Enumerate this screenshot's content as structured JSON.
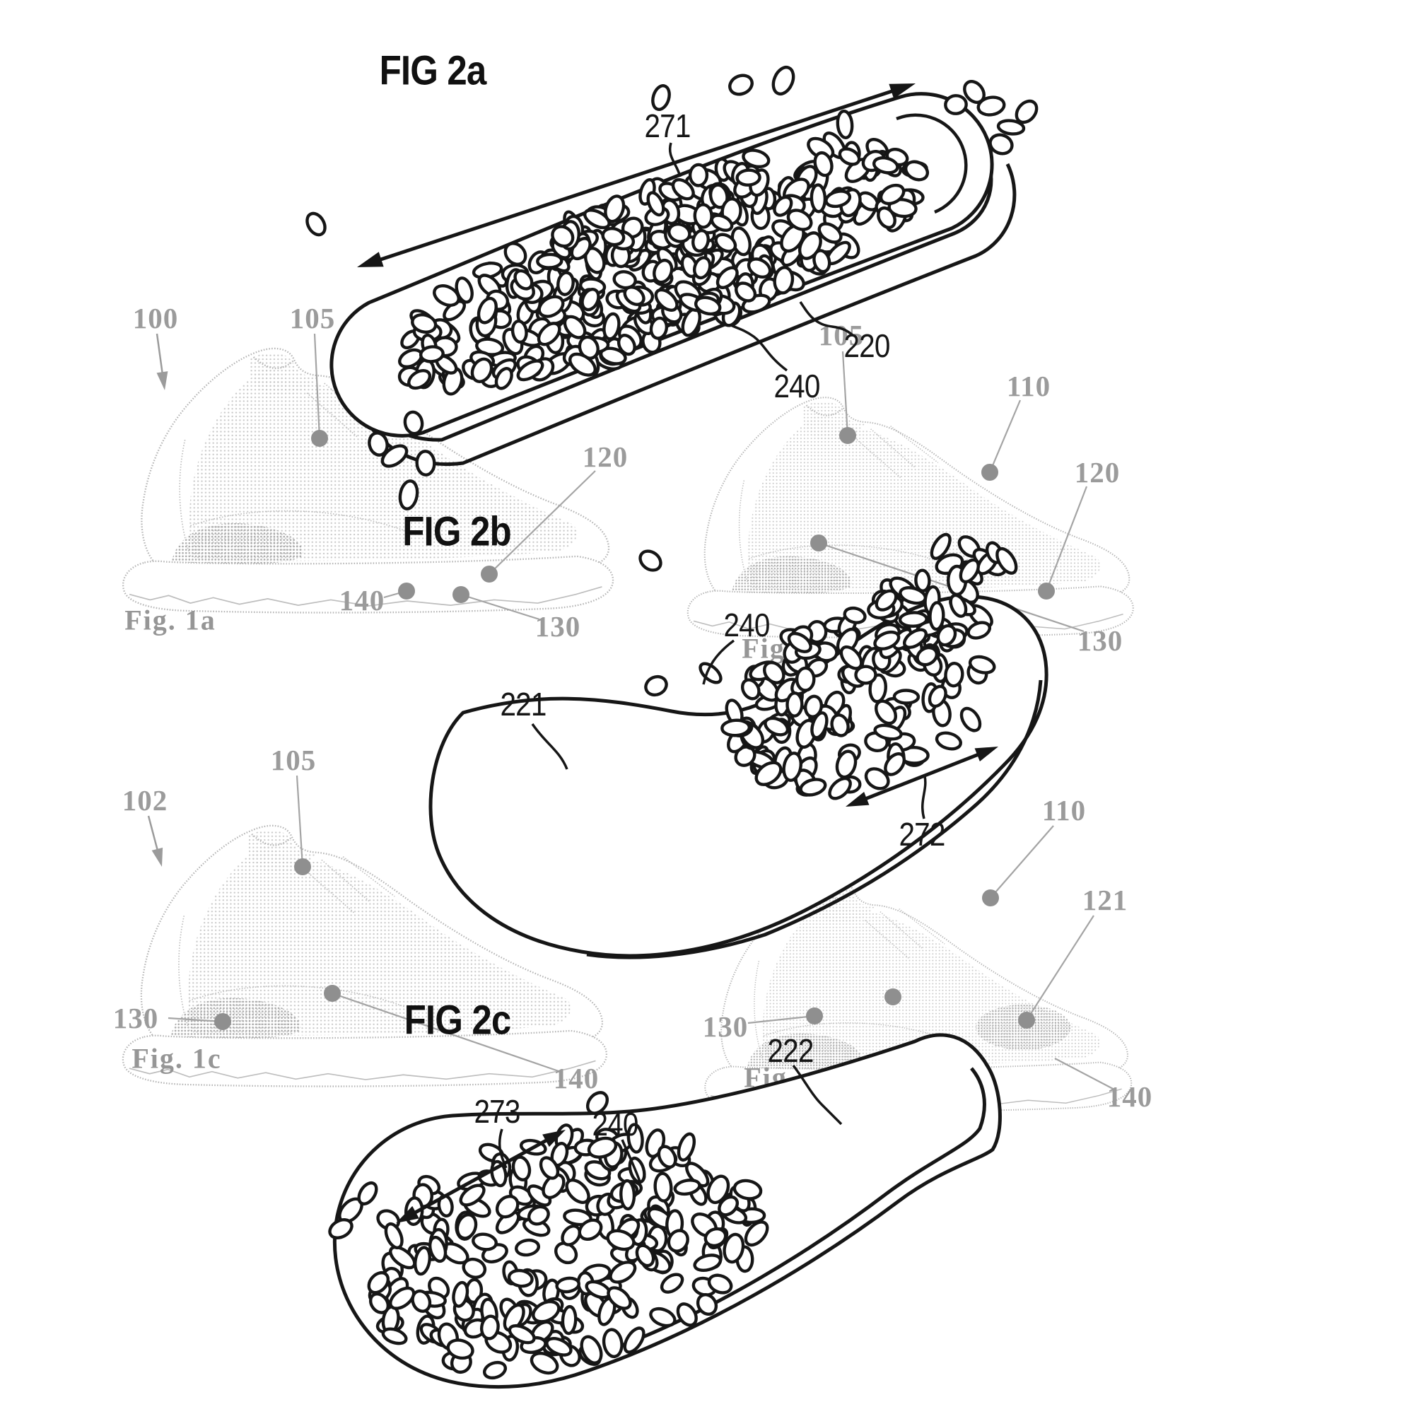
{
  "document_type": "patent-figure-sheet",
  "titles": {
    "fig2a": "FIG 2a",
    "fig2b": "FIG 2b",
    "fig2c": "FIG 2c"
  },
  "captions": {
    "fig1a": "Fig. 1a",
    "fig1c": "Fig. 1c",
    "fig1b_fragment": "Fig",
    "fig1d_fragment": "Fig"
  },
  "refs": {
    "r100": "100",
    "r102": "102",
    "r105a": "105",
    "r105b": "105",
    "r105c": "105",
    "r110b": "110",
    "r110d": "110",
    "r120a": "120",
    "r120b": "120",
    "r121": "121",
    "r130a": "130",
    "r130b": "130",
    "r130c": "130",
    "r130d": "130",
    "r140a": "140",
    "r140c": "140",
    "r140d": "140",
    "r220": "220",
    "r221": "221",
    "r222": "222",
    "r240a": "240",
    "r240b": "240",
    "r240c": "240",
    "r271": "271",
    "r272": "272",
    "r273": "273"
  },
  "colors": {
    "ink": "#161616",
    "annotation_gray": "#9b9b9b",
    "leader_gray": "#a4a4a4",
    "dot_gray": "#8f8f8f",
    "halftone_gray": "#c8c8c8",
    "halftone_dense_gray": "#a9a9a9",
    "background": "#ffffff"
  }
}
